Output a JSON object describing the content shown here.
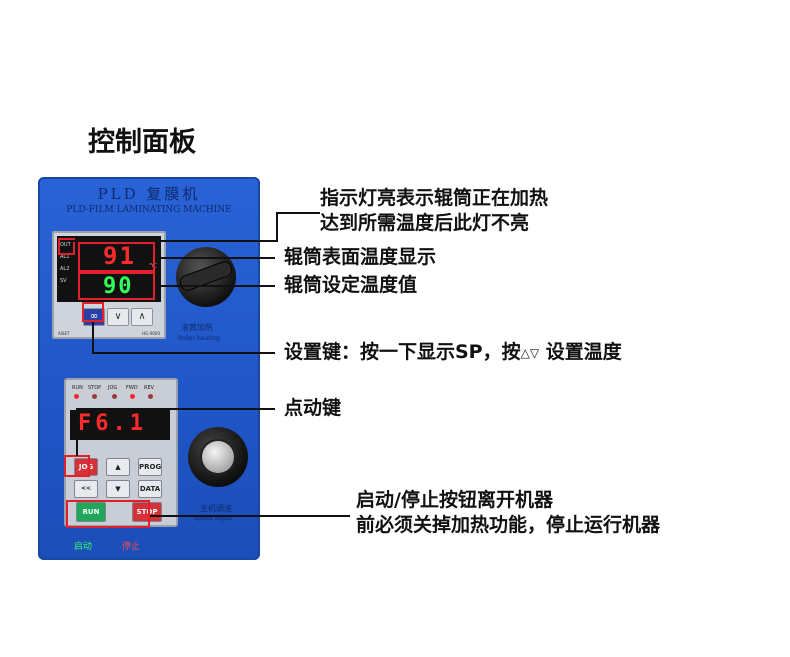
{
  "title": "控制面板",
  "panel": {
    "brand_main": "PLD 复膜机",
    "brand_sub": "PLD-FILM LAMINATING MACHINE",
    "temp_controller": {
      "pv_value": "91",
      "sv_value": "90",
      "labels": [
        "OUT",
        "AL1",
        "AL2",
        "SV"
      ],
      "unit": "℃",
      "model_left": "AISET",
      "model_right": "HG-9000"
    },
    "heater_knob_label_cn": "滚筒加热",
    "heater_knob_label_en": "Roller heating",
    "inverter": {
      "led_labels": [
        "RUN",
        "STOP",
        "JOG",
        "FWD",
        "REV"
      ],
      "display_value": "F6.1",
      "keys": {
        "jog": "JOG",
        "up": "▲",
        "prog": "PROG",
        "rev": "<< REV",
        "down": "▼",
        "data": "DATA",
        "run": "RUN",
        "stop": "STOP"
      }
    },
    "speed_knob_label_cn": "主机调速",
    "speed_knob_label_en": "Speed adjust",
    "start_label": "启动",
    "stop_label": "停止"
  },
  "annotations": {
    "indicator": [
      "指示灯亮表示辊筒正在加热",
      "达到所需温度后此灯不亮"
    ],
    "surface_temp": "辊筒表面温度显示",
    "set_temp": "辊筒设定温度值",
    "set_key_a": "设置键：按一下显示SP，按",
    "set_key_arrows": "△▽",
    "set_key_b": " 设置温度",
    "jog_key": "点动键",
    "start_stop": [
      "启动/停止按钮离开机器",
      "前必须关掉加热功能，停止运行机器"
    ]
  },
  "colors": {
    "panel_blue": "#2a63d6",
    "highlight_red": "#e0202a",
    "seg_red": "#ff2a2a",
    "seg_green": "#32ff5a"
  }
}
